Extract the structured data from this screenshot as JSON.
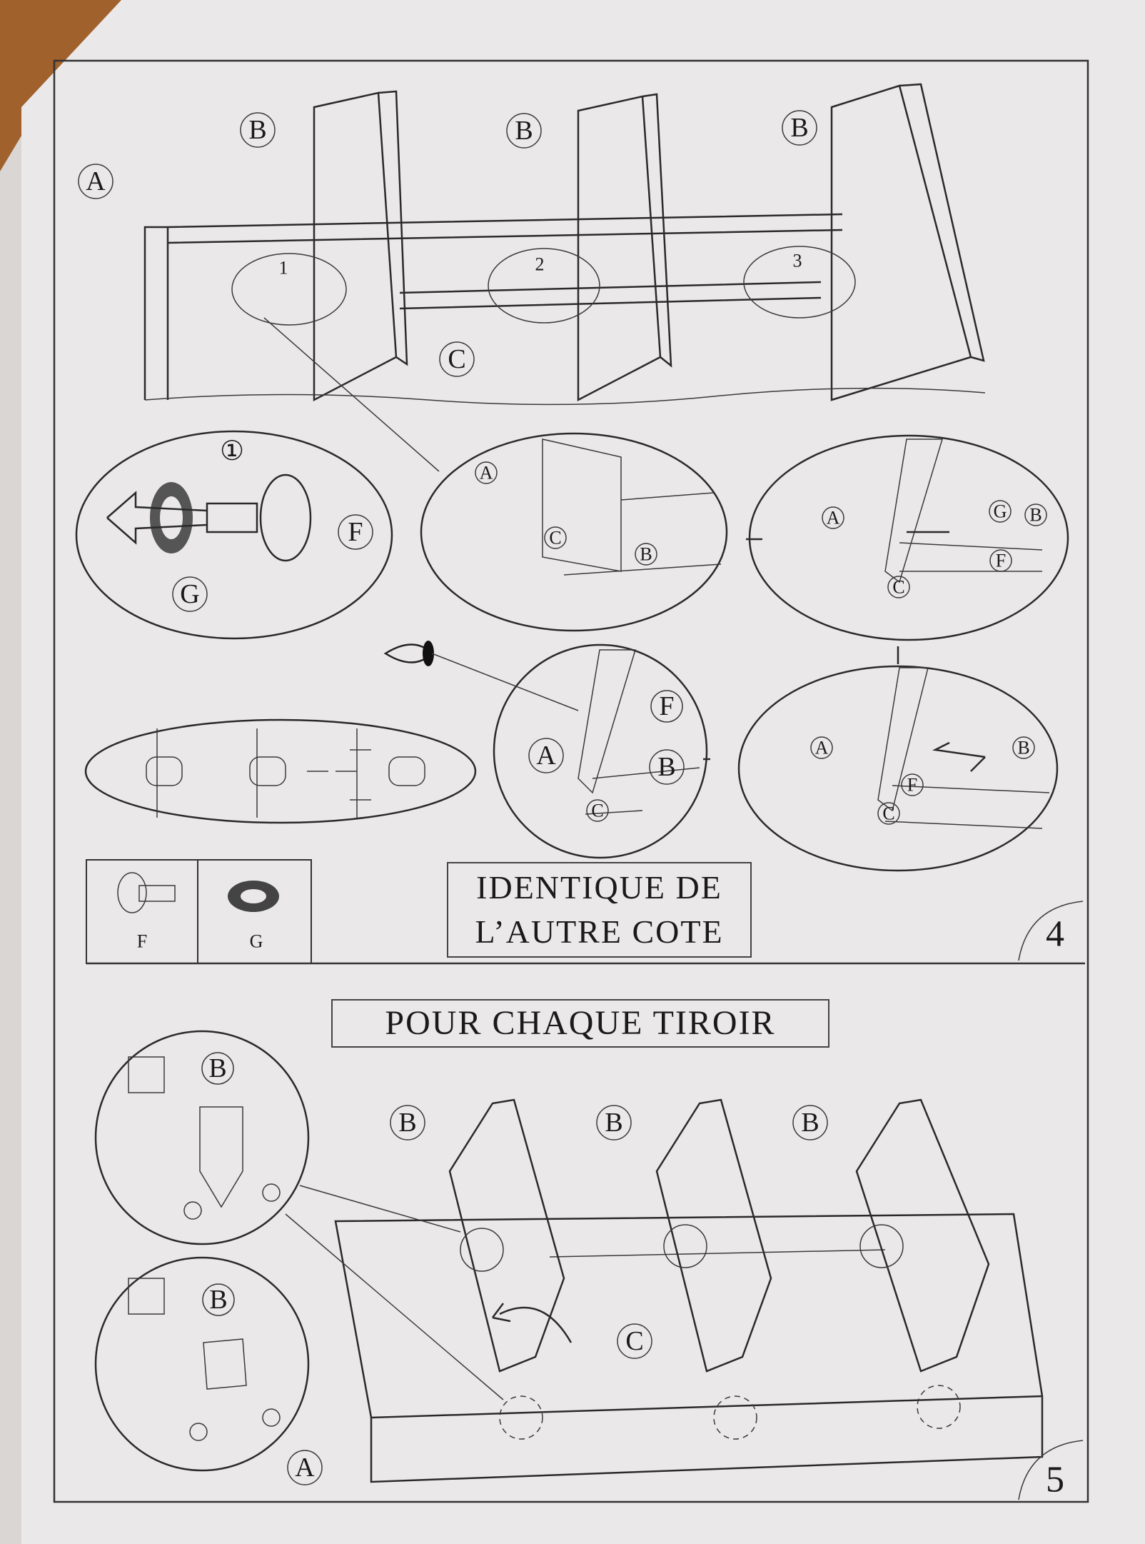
{
  "step4": {
    "step_number": "4",
    "overview_labels": {
      "a": "A",
      "b1": "B",
      "b2": "B",
      "b3": "B",
      "c": "C",
      "pos1": "1",
      "pos2": "2",
      "pos3": "3"
    },
    "detail_number": "①",
    "detail_labels": {
      "f": "F",
      "g": "G"
    },
    "closeup1": {
      "a": "A",
      "b": "B",
      "c": "C"
    },
    "closeup2": {
      "a": "A",
      "g": "G",
      "b": "B",
      "f": "F",
      "c": "C"
    },
    "closeup3": {
      "a": "A",
      "f": "F",
      "b": "B",
      "c": "C"
    },
    "closeup4": {
      "a": "A",
      "b": "B",
      "f": "F",
      "c": "C"
    },
    "parts_legend": [
      {
        "label": "F"
      },
      {
        "label": "G"
      }
    ],
    "note_line1": "IDENTIQUE  DE",
    "note_line2": "L’AUTRE  COTE"
  },
  "step5": {
    "step_number": "5",
    "title": "POUR  CHAQUE  TIROIR",
    "labels": {
      "b1": "B",
      "b2": "B",
      "b3": "B",
      "c": "C",
      "a": "A"
    },
    "detail_top_label": "B",
    "detail_bottom_label": "B"
  }
}
